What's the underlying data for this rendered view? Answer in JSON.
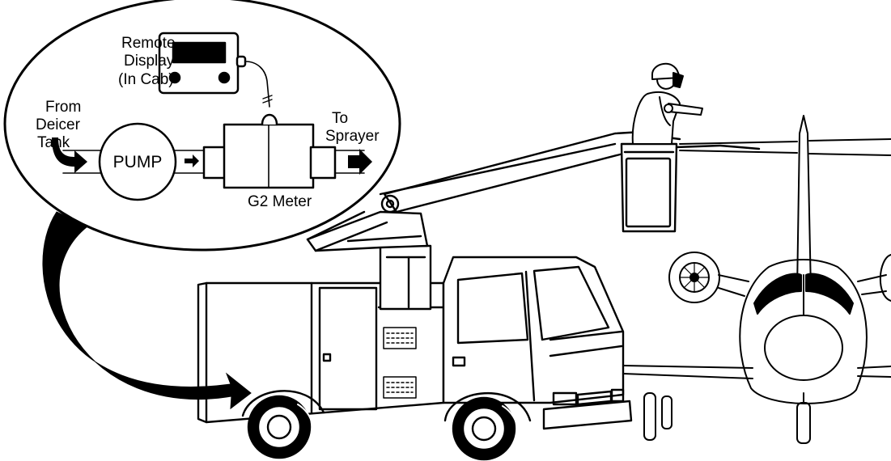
{
  "labels": {
    "remote_display": [
      "Remote",
      "Display",
      "(In Cab)"
    ],
    "from_tank": [
      "From",
      "Deicer",
      "Tank"
    ],
    "to_sprayer": [
      "To",
      "Sprayer"
    ],
    "pump": "PUMP",
    "meter": "G2 Meter"
  },
  "colors": {
    "ink": "#000000",
    "paper": "#ffffff"
  }
}
